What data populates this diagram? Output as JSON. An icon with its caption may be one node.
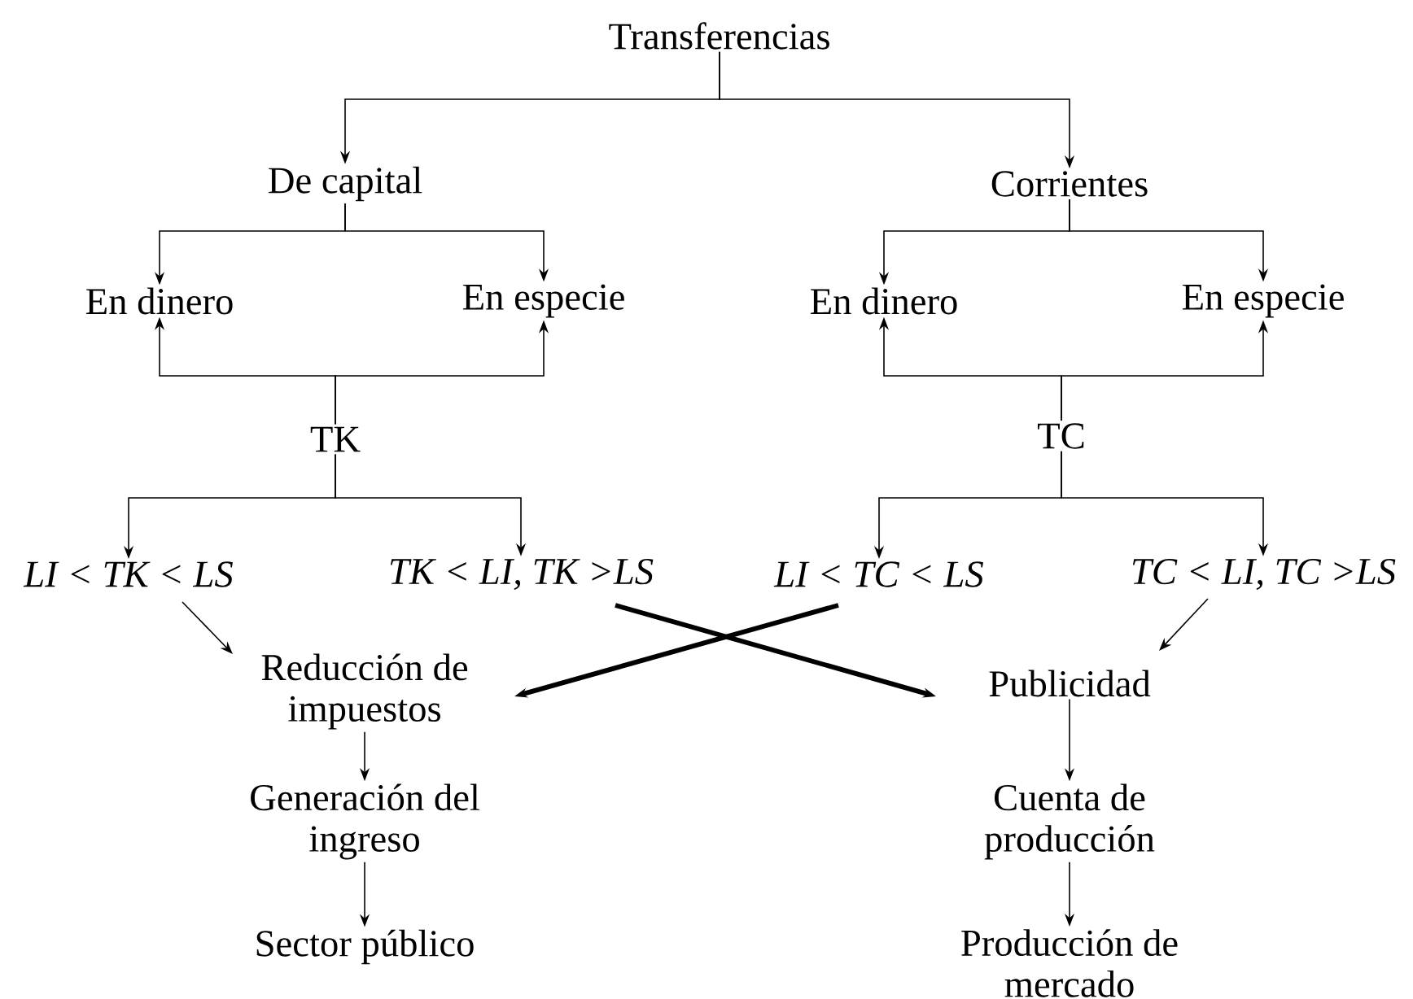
{
  "diagram": {
    "nodes": [
      {
        "text": [
          "Transferencias"
        ]
      },
      {
        "text": [
          "De capital"
        ]
      },
      {
        "text": [
          "Corrientes"
        ]
      },
      {
        "text": [
          "En dinero"
        ]
      },
      {
        "text": [
          "En especie"
        ]
      },
      {
        "text": [
          "En dinero"
        ]
      },
      {
        "text": [
          "En especie"
        ]
      },
      {
        "text": [
          "TK"
        ]
      },
      {
        "text": [
          "TC"
        ]
      },
      {
        "text": [
          "LI < TK < LS"
        ]
      },
      {
        "text": [
          "TK < LI, TK >LS"
        ]
      },
      {
        "text": [
          "LI < TC < LS"
        ]
      },
      {
        "text": [
          "TC < LI, TC >LS"
        ]
      },
      {
        "text": [
          "Reducción de impuestos"
        ]
      },
      {
        "text": [
          "Generación del ingreso"
        ]
      },
      {
        "text": [
          "Sector público"
        ]
      },
      {
        "text": [
          "Publicidad"
        ]
      },
      {
        "text": [
          "Cuenta de producción"
        ]
      },
      {
        "text": [
          "Producción de mercado"
        ]
      }
    ],
    "edges": [
      {
        "from": 0,
        "to": 1,
        "arrow": "to"
      },
      {
        "from": 0,
        "to": 2,
        "arrow": "to"
      },
      {
        "from": 1,
        "to": 3,
        "arrow": "to"
      },
      {
        "from": 1,
        "to": 4,
        "arrow": "to"
      },
      {
        "from": 2,
        "to": 5,
        "arrow": "to"
      },
      {
        "from": 2,
        "to": 6,
        "arrow": "to"
      },
      {
        "from": 7,
        "to": 3,
        "arrow": "to"
      },
      {
        "from": 7,
        "to": 4,
        "arrow": "to"
      },
      {
        "from": 8,
        "to": 5,
        "arrow": "to"
      },
      {
        "from": 8,
        "to": 6,
        "arrow": "to"
      },
      {
        "from": 7,
        "to": 9,
        "arrow": "to"
      },
      {
        "from": 7,
        "to": 10,
        "arrow": "to"
      },
      {
        "from": 8,
        "to": 11,
        "arrow": "to"
      },
      {
        "from": 8,
        "to": 12,
        "arrow": "to"
      },
      {
        "from": 9,
        "to": 13,
        "arrow": "to"
      },
      {
        "from": 10,
        "to": 16,
        "arrow": "to",
        "style": "thick"
      },
      {
        "from": 11,
        "to": 13,
        "arrow": "to",
        "style": "thick"
      },
      {
        "from": 12,
        "to": 16,
        "arrow": "to"
      },
      {
        "from": 13,
        "to": 14,
        "arrow": "to"
      },
      {
        "from": 14,
        "to": 15,
        "arrow": "to"
      },
      {
        "from": 16,
        "to": 17,
        "arrow": "to"
      },
      {
        "from": 17,
        "to": 18,
        "arrow": "to"
      }
    ]
  }
}
